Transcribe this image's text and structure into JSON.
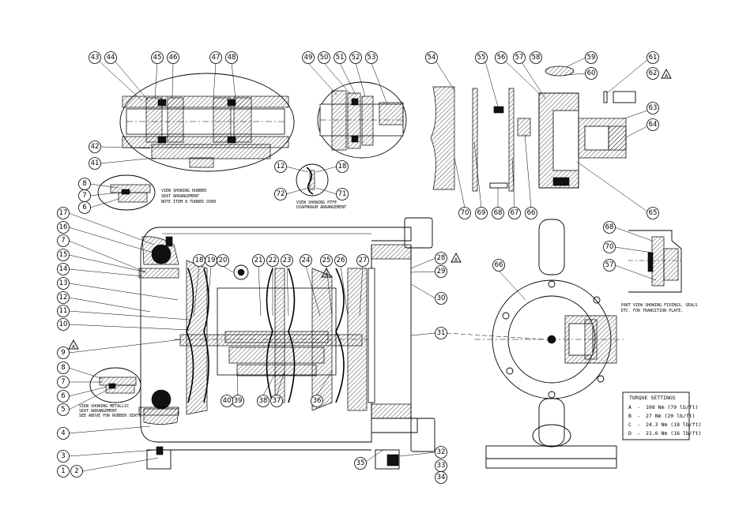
{
  "balloons": [
    "43",
    "44",
    "45",
    "46",
    "47",
    "48",
    "49",
    "50",
    "51",
    "52",
    "53",
    "54",
    "55",
    "56",
    "57",
    "58",
    "59",
    "60",
    "61",
    "62",
    "63",
    "64",
    "65",
    "42",
    "41",
    "8",
    "7",
    "6",
    "12",
    "18",
    "72",
    "71",
    "17",
    "16",
    "7",
    "15",
    "14",
    "13",
    "12",
    "11",
    "10",
    "9",
    "8",
    "7",
    "6",
    "5",
    "4",
    "3",
    "1",
    "2",
    "18",
    "19",
    "20",
    "21",
    "22",
    "23",
    "24",
    "25",
    "26",
    "27",
    "28",
    "29",
    "30",
    "31",
    "32",
    "33",
    "34",
    "35",
    "36",
    "37",
    "38",
    "39",
    "40",
    "66",
    "68",
    "70",
    "57",
    "70",
    "69",
    "68",
    "67",
    "66"
  ],
  "warning_marks": [
    "A",
    "A",
    "A",
    "A"
  ],
  "notes": {
    "rubber_seat": [
      "VIEW SHOWING RUBBER",
      "SEAT ARRANGEMENT",
      "NOTE ITEM 8 TURNED OVER"
    ],
    "ptfe": [
      "VIEW SHOWING PTFE",
      "DIAPHRAGM ARRANGEMENT"
    ],
    "metallic_seat": [
      "VIEW SHOWING METALLIC",
      "SEAT ARRANGEMENT",
      "SEE ABOVE FOR RUBBER SEATS"
    ],
    "part_view": [
      "PART VIEW SHOWING FIXINGS, SEALS",
      "ETC. FOR TRANSITION PLATE."
    ]
  },
  "torque": {
    "title": "TORQUE SETTINGS",
    "rows": [
      {
        "key": "A",
        "dash": "-",
        "value": "108 Nm (79 lb/ft)"
      },
      {
        "key": "B",
        "dash": "-",
        "value": "27 Nm (20 lb/ft)"
      },
      {
        "key": "C",
        "dash": "-",
        "value": "24.3 Nm (18 lb/ft)"
      },
      {
        "key": "D",
        "dash": "-",
        "value": "21.6 Nm (16 lb/ft)"
      }
    ]
  }
}
